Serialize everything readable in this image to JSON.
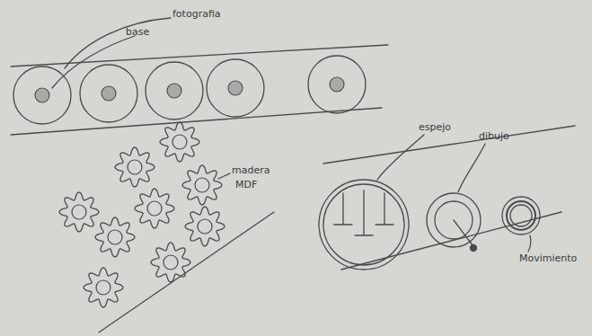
{
  "diagram": {
    "labels": [
      "base",
      "fotografia",
      "madera",
      "MDF",
      "espejo",
      "dibujo",
      "Movimiento"
    ]
  }
}
